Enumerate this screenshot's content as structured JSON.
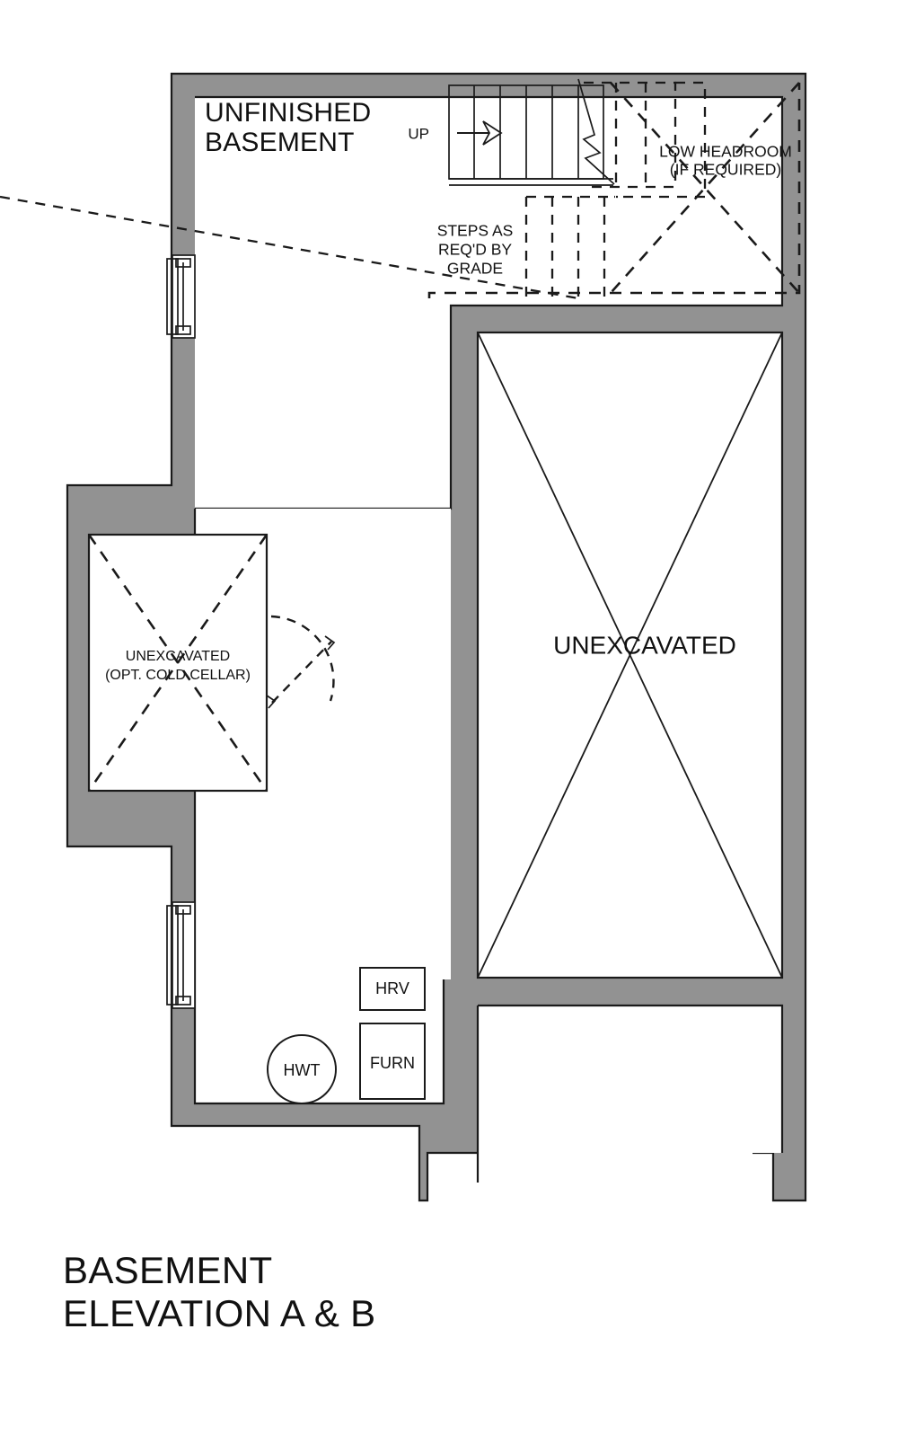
{
  "drawing": {
    "title_line_1": "BASEMENT",
    "title_line_2": "ELEVATION A & B",
    "type": "architectural-floor-plan",
    "background_color": "#ffffff",
    "wall_fill_color": "#929292",
    "line_color": "#1a1a1a"
  },
  "labels": {
    "unfinished_basement_line_1": "UNFINISHED",
    "unfinished_basement_line_2": "BASEMENT",
    "unexcavated_main": "UNEXCAVATED",
    "cold_cellar_line_1": "UNEXCAVATED",
    "cold_cellar_line_2": "(OPT. COLD CELLAR)",
    "low_headroom_line_1": "LOW HEADROOM",
    "low_headroom_line_2": "(IF REQUIRED)",
    "steps_grade_line_1": "STEPS AS",
    "steps_grade_line_2": "REQ'D BY",
    "steps_grade_line_3": "GRADE",
    "stair_direction": "UP"
  },
  "equipment": [
    {
      "id": "hwt",
      "label": "HWT",
      "shape": "circle"
    },
    {
      "id": "hrv",
      "label": "HRV",
      "shape": "rectangle"
    },
    {
      "id": "furn",
      "label": "FURN",
      "shape": "rectangle"
    }
  ],
  "features": {
    "windows_count": 2,
    "door_count": 1,
    "stair_treads_visible": 6,
    "stair_note": "UP arrow with break line",
    "unexcavated_areas": 2,
    "hatch_style": "X-cross diagonal"
  }
}
